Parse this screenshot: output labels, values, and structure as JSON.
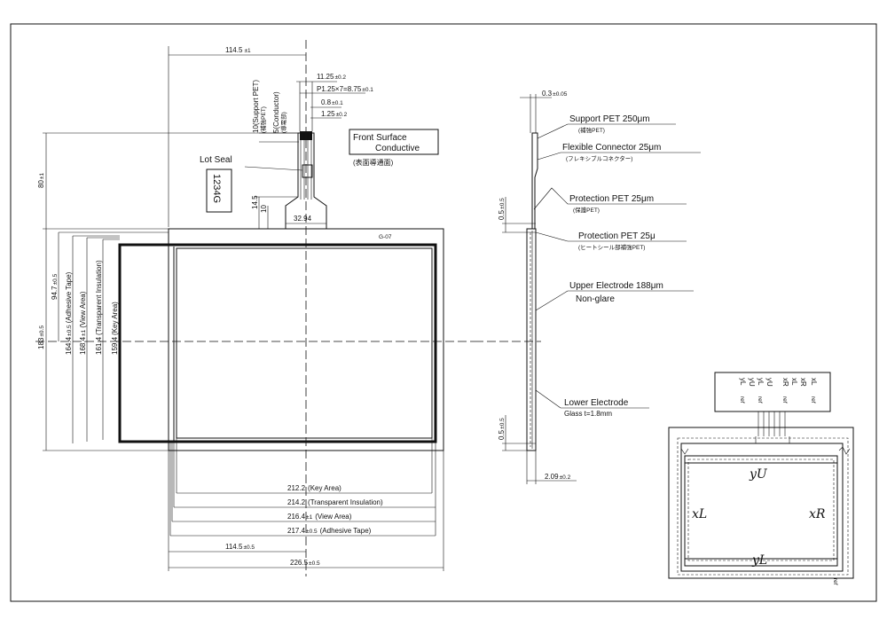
{
  "front_view": {
    "dims": {
      "half_width_top": "114.5",
      "half_width_top_tol": "±1",
      "connector_w": "11.25",
      "connector_w_tol": "±0.2",
      "pitch": "P1.25×7=8.75",
      "pitch_tol": "±0.1",
      "lead_w": "0.8",
      "lead_w_tol": "±0.1",
      "lead_gap": "1.25",
      "lead_gap_tol": "±0.2",
      "support_pet_len": "10(Support PET)",
      "support_pet_jp": "(補強PET)",
      "conductor_len": "5(Conductor)",
      "conductor_jp": "(導電部)",
      "tail_height": "80",
      "tail_height_tol": "±1",
      "neck_145": "14.5",
      "neck_10": "10",
      "neck_width": "32.94",
      "total_height": "183",
      "total_height_tol": "±0.5",
      "adhesive_h": "164.4",
      "adhesive_h_tol": "±0.5",
      "adhesive_h_label": "(Adhesive Tape)",
      "view_h": "168.4",
      "view_h_tol": "±1",
      "view_h_label": "(View Area)",
      "insul_h": "161.4",
      "insul_h_label": "(Transparent Insulation)",
      "key_h": "159.4",
      "key_h_label": "(Key Area)",
      "half_h": "94.7",
      "half_h_tol": "±0.5",
      "key_w": "212.2",
      "key_w_label": "(Key Area)",
      "insul_w": "214.2",
      "insul_w_label": "(Transparent Insulation)",
      "view_w": "216.4",
      "view_w_tol": "±1",
      "view_w_label": "(View Area)",
      "adhesive_w": "217.4",
      "adhesive_w_tol": "±0.5",
      "adhesive_w_label": "(Adhesive Tape)",
      "half_w_bottom": "114.5",
      "half_w_bottom_tol": "±0.5",
      "total_w": "226.5",
      "total_w_tol": "±0.5"
    },
    "lot_seal": "Lot Seal",
    "lot_example": "1234G",
    "surface_title_1": "Front Surface",
    "surface_title_2": "Conductive",
    "surface_jp": "(表面導通面)",
    "marking": "G-07"
  },
  "side_view": {
    "top_thk": "0.3",
    "top_thk_tol": "±0.05",
    "left_thk_1": "0.5",
    "left_thk_1_tol": "±0.5",
    "left_thk_2": "0.5",
    "left_thk_2_tol": "±0.5",
    "bottom_thk": "2.09",
    "bottom_thk_tol": "±0.2",
    "labels": [
      {
        "en": "Support PET 250μm",
        "jp": "(補強PET)"
      },
      {
        "en": "Flexible Connector 25μm",
        "jp": "(フレキシブルコネクター)"
      },
      {
        "en": "Protection PET 25μm",
        "jp": "(保護PET)"
      },
      {
        "en": "Protection PET 25μ",
        "jp": "(ヒートシール部補強PET)"
      },
      {
        "en": "Upper Electrode 188μm",
        "jp": "Non-glare"
      },
      {
        "en": "Lower Electrode",
        "jp": "Glass     t=1.8mm"
      }
    ]
  },
  "schematic": {
    "pins": [
      "xR",
      "xL",
      "yU",
      "yL",
      "xR",
      "xL",
      "yU",
      "yL"
    ],
    "pin_ref": [
      "ref",
      "ref",
      "ref",
      "ref"
    ],
    "label_top": "yU",
    "label_left": "xL",
    "label_right": "xR",
    "label_bottom": "yL",
    "label_ref": "ref"
  }
}
